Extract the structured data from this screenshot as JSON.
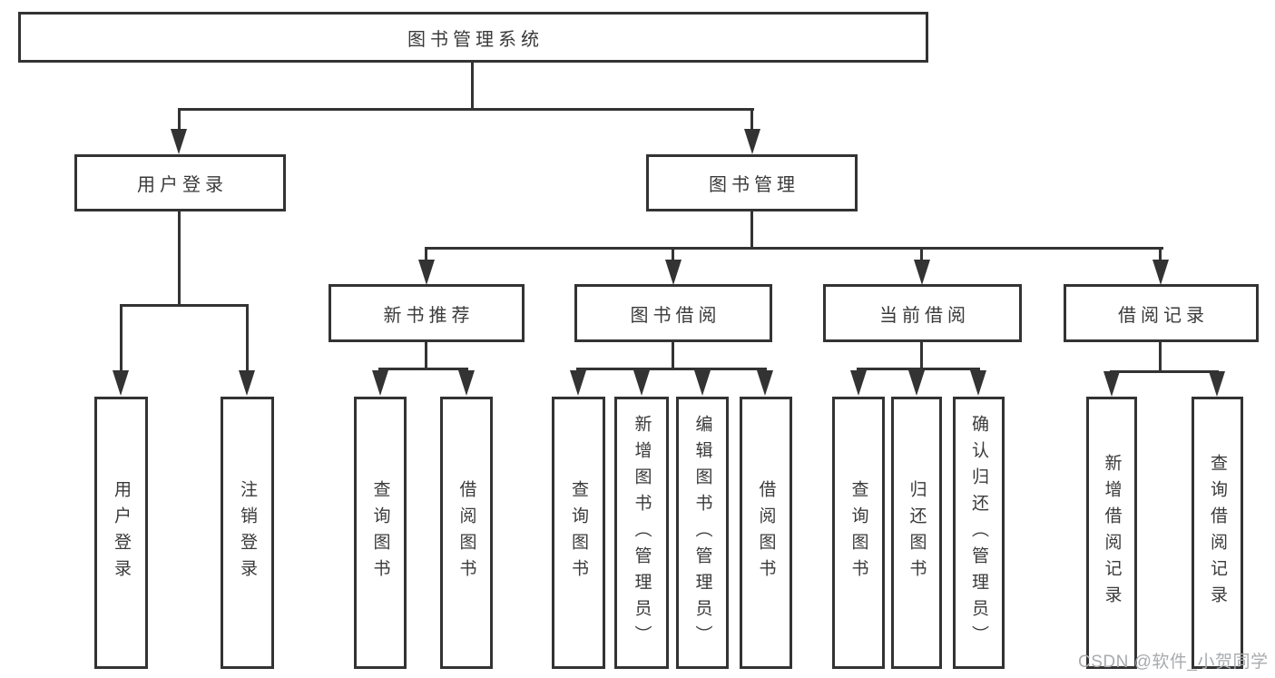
{
  "tree": {
    "root": {
      "label": "图书管理系统",
      "children": [
        {
          "label": "用户登录",
          "children": [
            {
              "label": "用户登录"
            },
            {
              "label": "注销登录"
            }
          ]
        },
        {
          "label": "图书管理",
          "children": [
            {
              "label": "新书推荐",
              "children": [
                {
                  "label": "查询图书"
                },
                {
                  "label": "借阅图书"
                }
              ]
            },
            {
              "label": "图书借阅",
              "children": [
                {
                  "label": "查询图书"
                },
                {
                  "label": "新增图书（管理员）"
                },
                {
                  "label": "编辑图书（管理员）"
                },
                {
                  "label": "借阅图书"
                }
              ]
            },
            {
              "label": "当前借阅",
              "children": [
                {
                  "label": "查询图书"
                },
                {
                  "label": "归还图书"
                },
                {
                  "label": "确认归还（管理员）"
                }
              ]
            },
            {
              "label": "借阅记录",
              "children": [
                {
                  "label": "新增借阅记录"
                },
                {
                  "label": "查询借阅记录"
                }
              ]
            }
          ]
        }
      ]
    }
  },
  "watermark": {
    "text": "CSDN @软件_小贺同学"
  },
  "colors": {
    "line": "#333333",
    "node_border": "#333333",
    "text": "#3a3a3a",
    "watermark": "#a8abae",
    "background": "#ffffff"
  }
}
